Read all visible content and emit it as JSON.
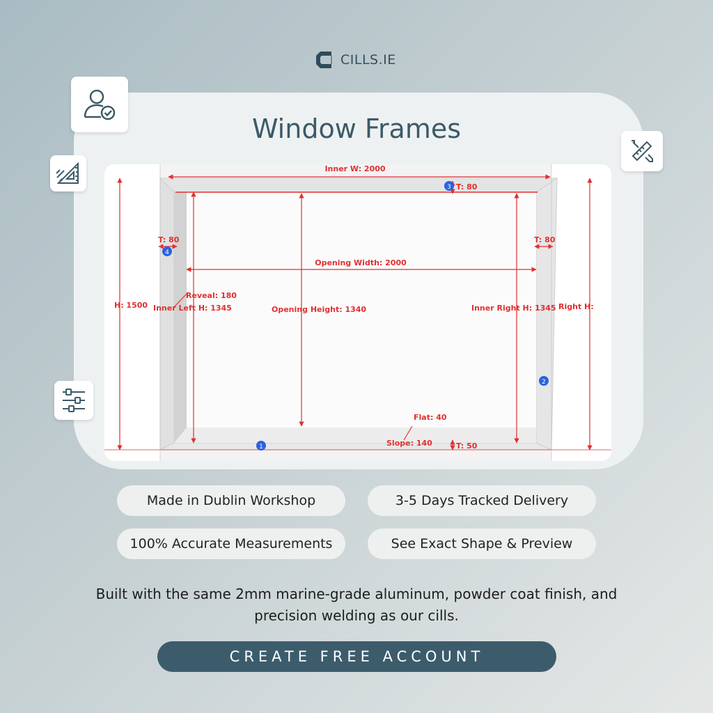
{
  "brand": {
    "name": "CILLS.IE",
    "logo_icon": "c-logo-icon"
  },
  "title": "Window Frames",
  "side_icons": [
    "user-check-icon",
    "set-square-ruler-icon",
    "sliders-icon",
    "pencil-ruler-icon"
  ],
  "drawing": {
    "labels": {
      "inner_w": "Inner W: 2000",
      "t_top": "T: 80",
      "t_left": "T: 80",
      "t_right": "T: 80",
      "opening_width": "Opening Width: 2000",
      "reveal": "Reveal: 180",
      "h": "H: 1500",
      "inner_left_h": "Inner Left H: 1345",
      "opening_height": "Opening Height: 1340",
      "inner_right_h": "Inner Right H: 1345",
      "right_h": "Right H:",
      "flat": "Flat: 40",
      "slope": "Slope: 140",
      "t_bottom": "T: 50"
    },
    "markers": [
      "1",
      "2",
      "3",
      "4"
    ],
    "accent": "#e03030",
    "marker_color": "#2a63e0"
  },
  "features": [
    "Made in Dublin Workshop",
    "3-5 Days Tracked Delivery",
    "100% Accurate Measurements",
    "See Exact Shape & Preview"
  ],
  "description": "Built with the same 2mm marine-grade aluminum, powder coat finish, and precision welding as our cills.",
  "cta": {
    "label": "CREATE FREE ACCOUNT",
    "color": "#3c5c6c"
  }
}
